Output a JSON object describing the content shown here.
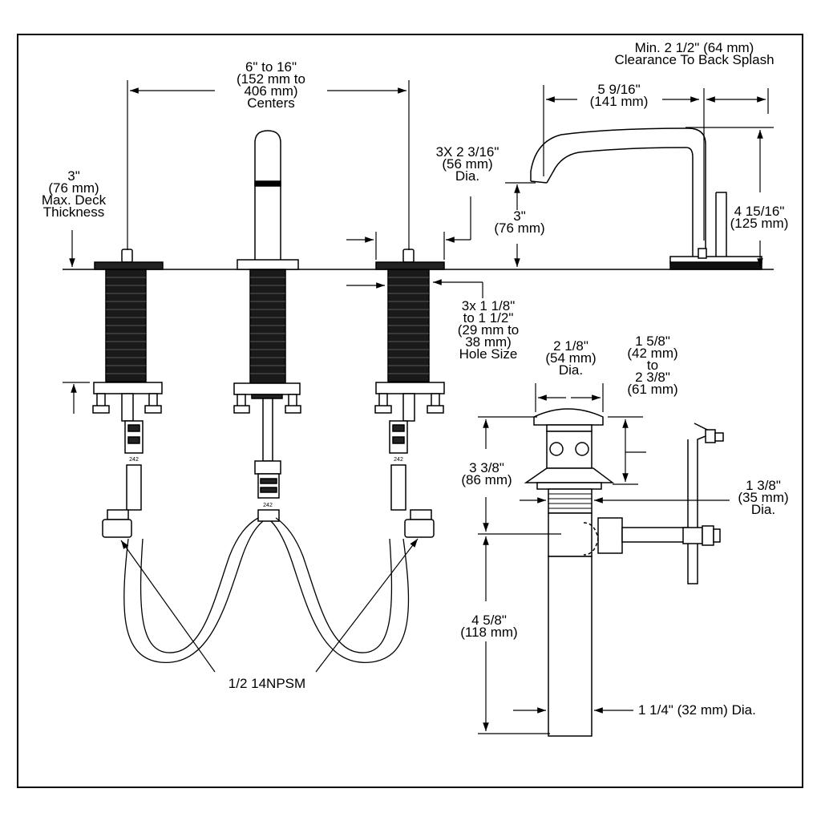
{
  "labels": {
    "centers": [
      "6\" to 16\"",
      "(152 mm to",
      "406 mm)",
      "Centers"
    ],
    "deck": [
      "3\"",
      "(76 mm)",
      "Max. Deck",
      "Thickness"
    ],
    "backsplash": [
      "Min. 2 1/2\" (64 mm)",
      "Clearance To Back Splash"
    ],
    "spout_reach": [
      "5 9/16\"",
      "(141 mm)"
    ],
    "escutcheon_dia": [
      "3X 2 3/16\"",
      "(56 mm)",
      "Dia."
    ],
    "spout_height_3": [
      "3\"",
      "(76 mm)"
    ],
    "spout_height_total": [
      "4 15/16\"",
      "(125 mm)"
    ],
    "hole_size": [
      "3x 1 1/8\"",
      "to 1 1/2\"",
      "(29 mm to",
      "38 mm)",
      "Hole Size"
    ],
    "drain_cap_dia": [
      "2 1/8\"",
      "(54 mm)",
      "Dia."
    ],
    "drain_range": [
      "1 5/8\"",
      "(42 mm)",
      "to",
      "2 3/8\"",
      "(61 mm)"
    ],
    "drain_height": [
      "3 3/8\"",
      "(86 mm)"
    ],
    "drain_body_dia": [
      "1 3/8\"",
      "(35 mm)",
      "Dia."
    ],
    "tailpiece_len": [
      "4 5/8\"",
      "(118 mm)"
    ],
    "tailpiece_dia": "1 1/4\" (32 mm) Dia.",
    "supply_thread": "1/2 14NPSM"
  }
}
